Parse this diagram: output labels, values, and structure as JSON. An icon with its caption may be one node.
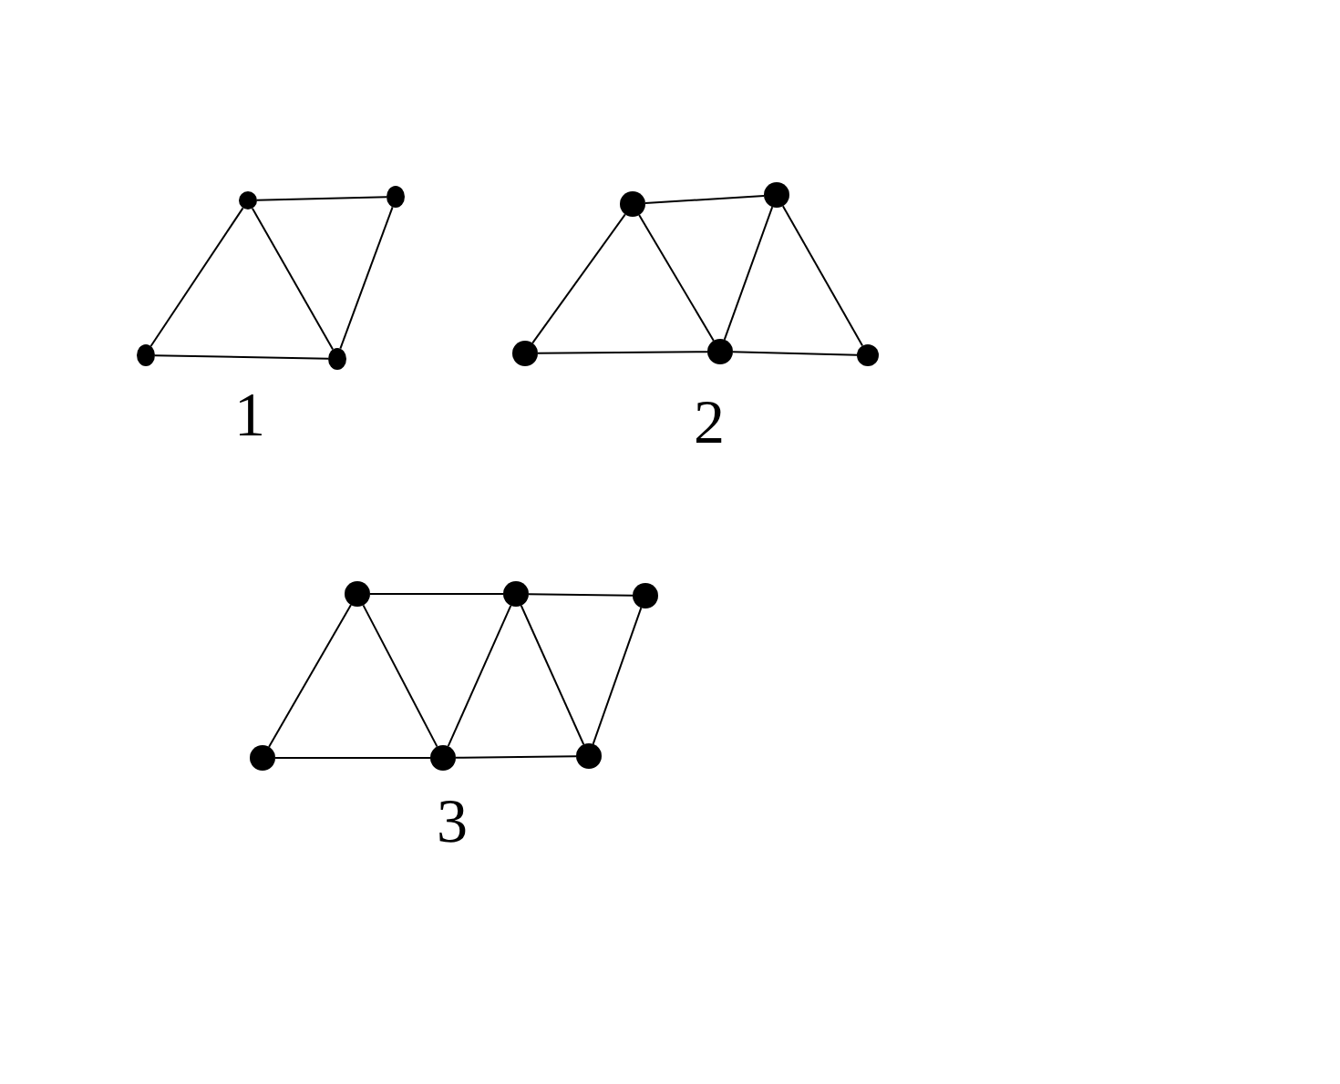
{
  "diagram": {
    "nodes": [
      {
        "text": [],
        "shape": "circle"
      },
      {
        "text": [],
        "shape": "circle"
      },
      {
        "text": [],
        "shape": "circle"
      },
      {
        "text": [],
        "shape": "circle"
      },
      {
        "text": [],
        "shape": "circle"
      },
      {
        "text": [],
        "shape": "circle"
      },
      {
        "text": [],
        "shape": "circle"
      },
      {
        "text": [],
        "shape": "circle"
      },
      {
        "text": [],
        "shape": "circle"
      },
      {
        "text": [],
        "shape": "circle"
      },
      {
        "text": [],
        "shape": "circle"
      },
      {
        "text": [],
        "shape": "circle"
      },
      {
        "text": [],
        "shape": "circle"
      },
      {
        "text": [],
        "shape": "circle"
      },
      {
        "text": [],
        "shape": "circle"
      }
    ],
    "edges": [
      {
        "from": 0,
        "to": 1,
        "arrow": "none"
      },
      {
        "from": 1,
        "to": 2,
        "arrow": "none"
      },
      {
        "from": 1,
        "to": 3,
        "arrow": "none"
      },
      {
        "from": 2,
        "to": 3,
        "arrow": "none"
      },
      {
        "from": 0,
        "to": 3,
        "arrow": "none"
      },
      {
        "from": 4,
        "to": 5,
        "arrow": "none"
      },
      {
        "from": 5,
        "to": 6,
        "arrow": "none"
      },
      {
        "from": 5,
        "to": 7,
        "arrow": "none"
      },
      {
        "from": 6,
        "to": 7,
        "arrow": "none"
      },
      {
        "from": 6,
        "to": 8,
        "arrow": "none"
      },
      {
        "from": 4,
        "to": 7,
        "arrow": "none"
      },
      {
        "from": 7,
        "to": 8,
        "arrow": "none"
      },
      {
        "from": 9,
        "to": 10,
        "arrow": "none"
      },
      {
        "from": 10,
        "to": 11,
        "arrow": "none"
      },
      {
        "from": 11,
        "to": 12,
        "arrow": "none"
      },
      {
        "from": 10,
        "to": 13,
        "arrow": "none"
      },
      {
        "from": 13,
        "to": 11,
        "arrow": "none"
      },
      {
        "from": 11,
        "to": 14,
        "arrow": "none"
      },
      {
        "from": 14,
        "to": 12,
        "arrow": "none"
      },
      {
        "from": 9,
        "to": 13,
        "arrow": "none"
      },
      {
        "from": 13,
        "to": 14,
        "arrow": "none"
      }
    ],
    "labels": [
      "1",
      "2",
      "3"
    ]
  }
}
